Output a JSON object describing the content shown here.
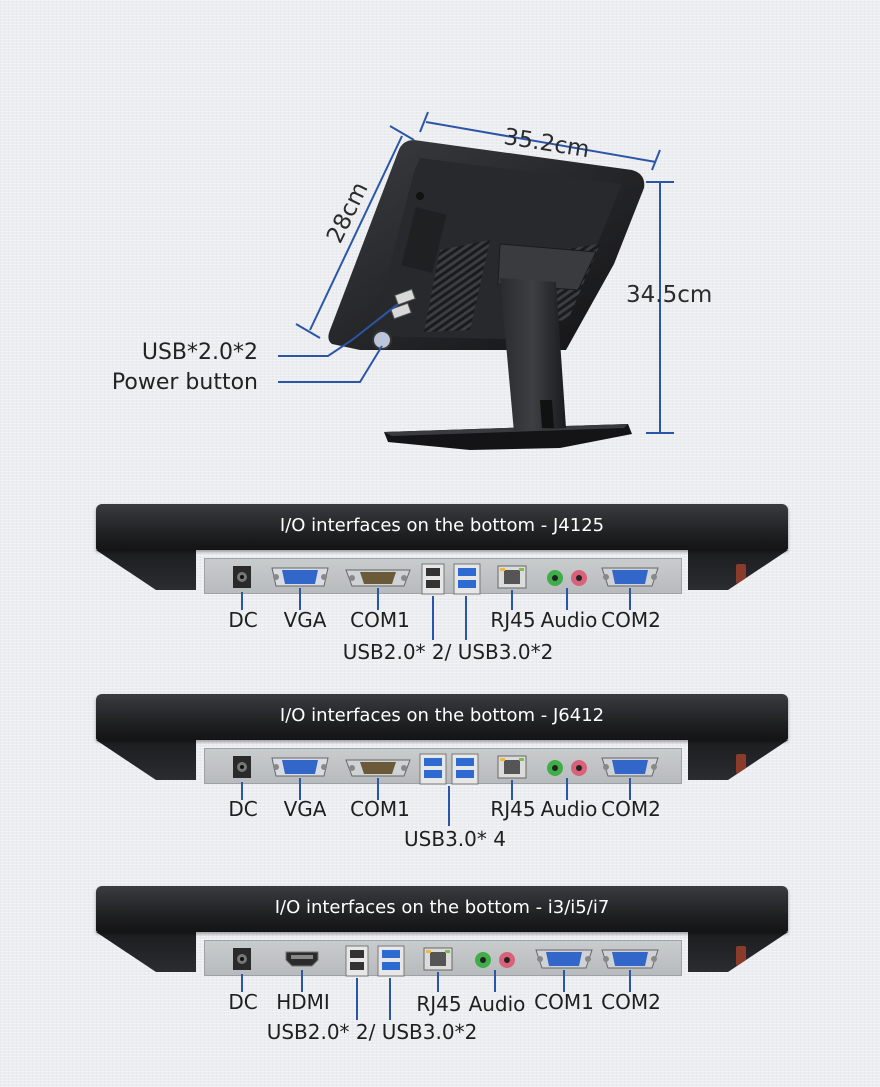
{
  "dimensions": {
    "width": "35.2cm",
    "depth": "28cm",
    "height": "34.5cm"
  },
  "callouts": {
    "usb": "USB*2.0*2",
    "power": "Power button"
  },
  "colors": {
    "leader_line": "#2b56a8",
    "background": "#ecedf0",
    "bezel": "#1d1e20",
    "audio_green": "#3fae49",
    "audio_pink": "#d9627a",
    "vga_blue": "#3266c9"
  },
  "panels": [
    {
      "title": "I/O interfaces on the bottom - J4125",
      "labels": {
        "dc": "DC",
        "vga": "VGA",
        "com1": "COM1",
        "rj45": "RJ45",
        "audio": "Audio",
        "com2": "COM2",
        "usb": "USB2.0* 2/ USB3.0*2"
      }
    },
    {
      "title": "I/O interfaces on the bottom - J6412",
      "labels": {
        "dc": "DC",
        "vga": "VGA",
        "com1": "COM1",
        "rj45": "RJ45",
        "audio": "Audio",
        "com2": "COM2",
        "usb": "USB3.0* 4"
      }
    },
    {
      "title": "I/O interfaces on the bottom - i3/i5/i7",
      "labels": {
        "dc": "DC",
        "hdmi": "HDMI",
        "rj45": "RJ45",
        "audio": "Audio",
        "com1": "COM1",
        "com2": "COM2",
        "usb": "USB2.0* 2/ USB3.0*2"
      }
    }
  ]
}
